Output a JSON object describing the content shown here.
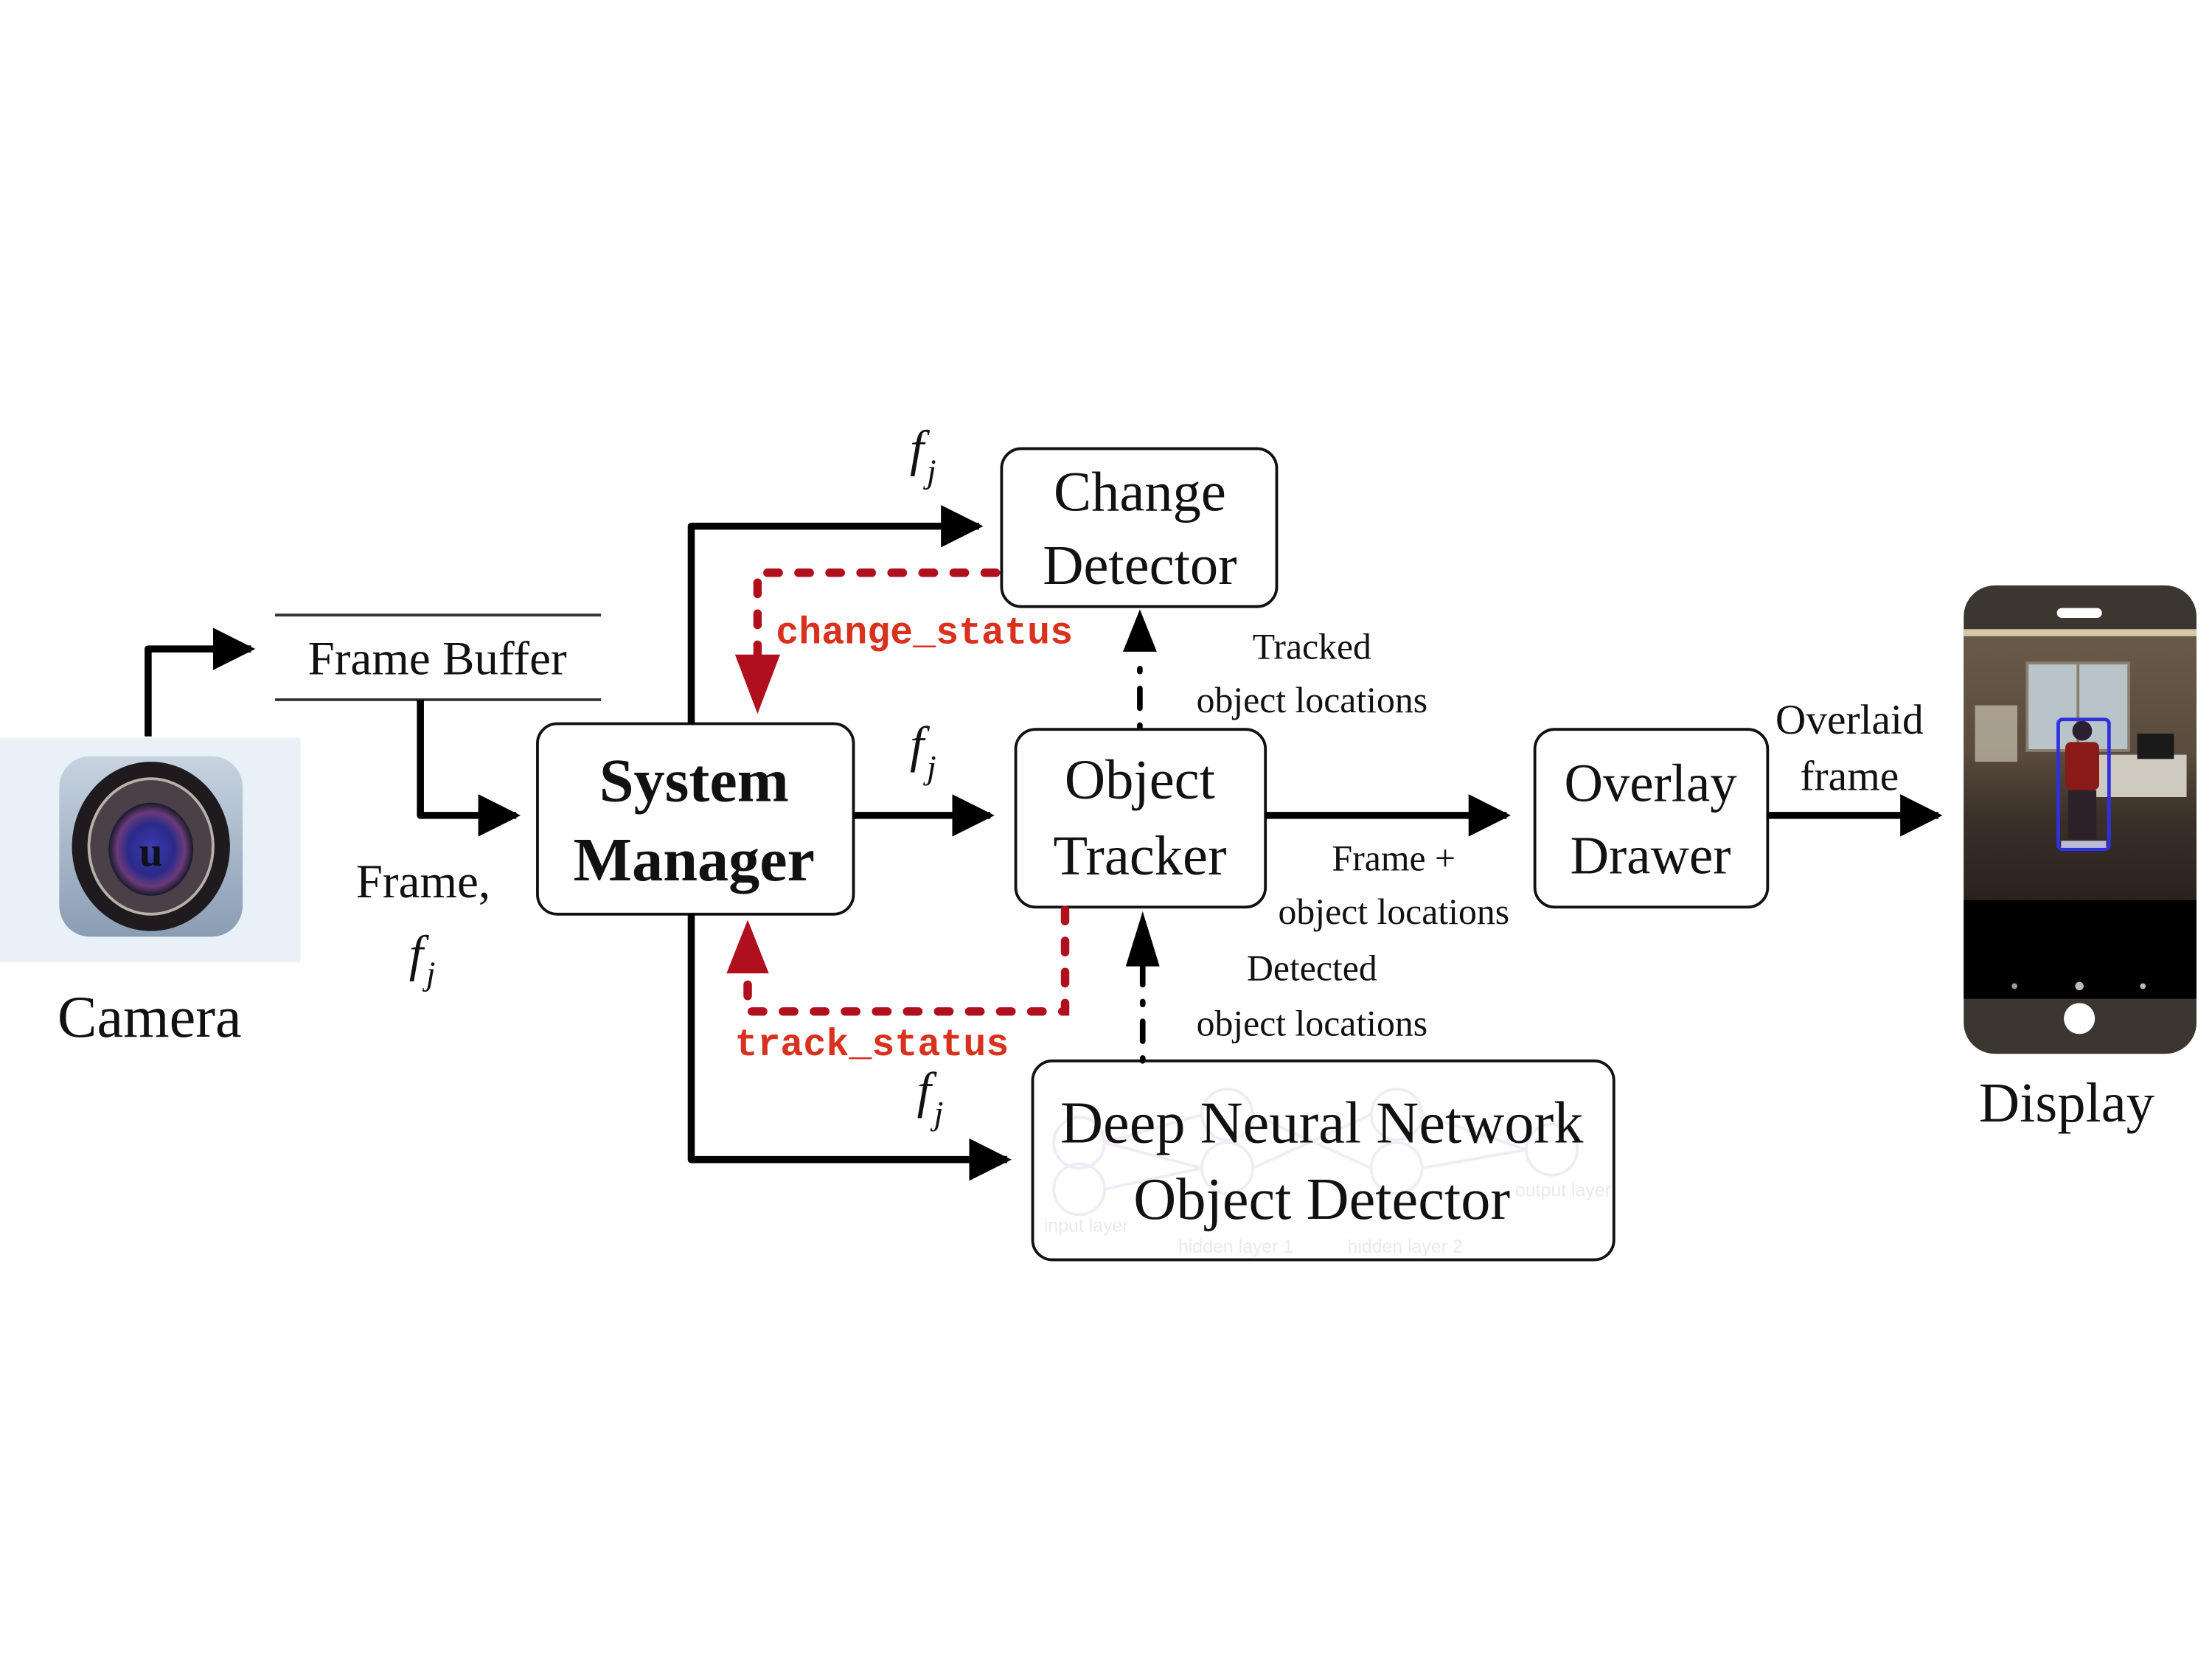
{
  "diagram": {
    "nodes": {
      "camera": {
        "label": "Camera",
        "icon": "camera-lens-icon",
        "icon_glyph": "u"
      },
      "frame_buffer": {
        "label": "Frame Buffer"
      },
      "system_manager": {
        "line1": "System",
        "line2": "Manager"
      },
      "change_detector": {
        "line1": "Change",
        "line2": "Detector"
      },
      "object_tracker": {
        "line1": "Object",
        "line2": "Tracker"
      },
      "overlay_drawer": {
        "line1": "Overlay",
        "line2": "Drawer"
      },
      "dnn_detector": {
        "line1": "Deep Neural Network",
        "line2": "Object Detector",
        "watermark": {
          "input_layer": "input layer",
          "hidden_layer_1": "hidden layer 1",
          "hidden_layer_2": "hidden layer 2",
          "output_layer": "output layer"
        }
      },
      "display": {
        "label": "Display",
        "icon": "smartphone-icon"
      }
    },
    "edges": {
      "buffer_to_manager": {
        "line1": "Frame,",
        "symbol": "f",
        "subscript": "j"
      },
      "manager_to_change": {
        "symbol": "f",
        "subscript": "j"
      },
      "manager_to_tracker": {
        "symbol": "f",
        "subscript": "j"
      },
      "manager_to_dnn": {
        "symbol": "f",
        "subscript": "j"
      },
      "change_status": {
        "label": "change_status"
      },
      "track_status": {
        "label": "track_status"
      },
      "tracker_to_change": {
        "line1": "Tracked",
        "line2": "object locations"
      },
      "tracker_to_overlay": {
        "line1": "Frame +",
        "line2": "object locations"
      },
      "dnn_to_tracker": {
        "line1": "Detected",
        "line2": "object locations"
      },
      "overlay_to_display": {
        "line1": "Overlaid",
        "line2": "frame"
      }
    },
    "colors": {
      "flow_arrow": "#000000",
      "status_line": "#b0101e",
      "status_text": "#d8321e",
      "camera_background": "#e8f0f8",
      "phone_body": "#3b3630"
    }
  }
}
